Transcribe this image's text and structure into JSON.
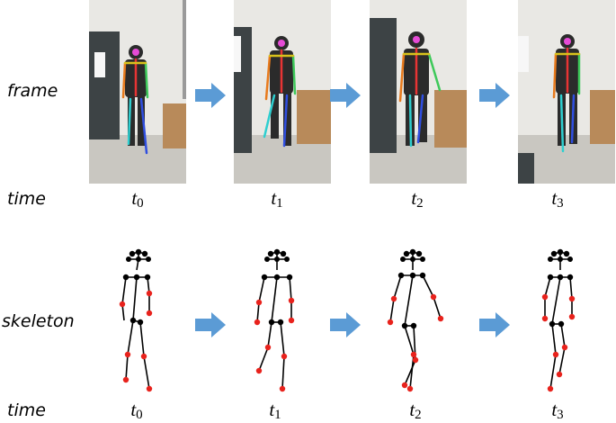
{
  "labels": {
    "frame": "frame",
    "time": "time",
    "skeleton": "skeleton",
    "time_bottom": "time"
  },
  "time_steps": [
    {
      "base": "t",
      "sub": "0"
    },
    {
      "base": "t",
      "sub": "1"
    },
    {
      "base": "t",
      "sub": "2"
    },
    {
      "base": "t",
      "sub": "3"
    }
  ],
  "colors": {
    "arrow": "#5b9bd5",
    "joint_dark": "#000000",
    "joint_red": "#e8221c",
    "bone": "#000000",
    "wall": "#e9e8e4",
    "floor": "#c9c7c1",
    "door": "#3d4345",
    "cabinet": "#b88a5a",
    "person": "#2b2b2b"
  }
}
